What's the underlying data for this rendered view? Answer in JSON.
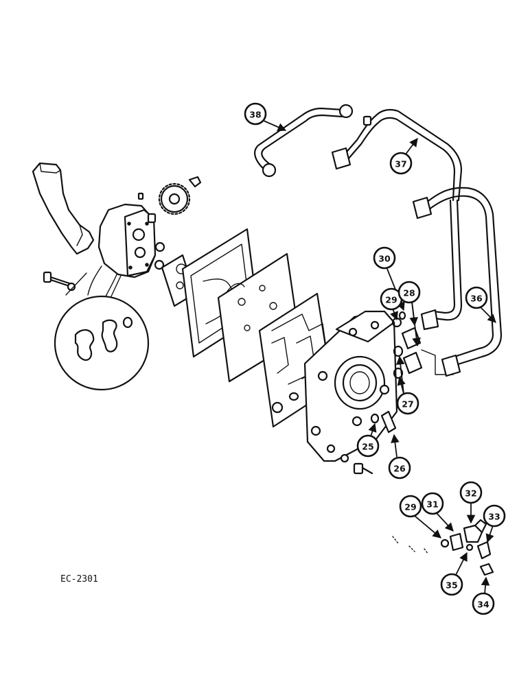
{
  "drawing": {
    "reference_code": "EC-2301",
    "callouts": [
      {
        "id": "c38",
        "label": "38"
      },
      {
        "id": "c37",
        "label": "37"
      },
      {
        "id": "c36",
        "label": "36"
      },
      {
        "id": "c30",
        "label": "30"
      },
      {
        "id": "c29a",
        "label": "29"
      },
      {
        "id": "c28",
        "label": "28"
      },
      {
        "id": "c27",
        "label": "27"
      },
      {
        "id": "c25",
        "label": "25"
      },
      {
        "id": "c26",
        "label": "26"
      },
      {
        "id": "c29b",
        "label": "29"
      },
      {
        "id": "c31",
        "label": "31"
      },
      {
        "id": "c32",
        "label": "32"
      },
      {
        "id": "c33",
        "label": "33"
      },
      {
        "id": "c35",
        "label": "35"
      },
      {
        "id": "c34",
        "label": "34"
      }
    ]
  }
}
